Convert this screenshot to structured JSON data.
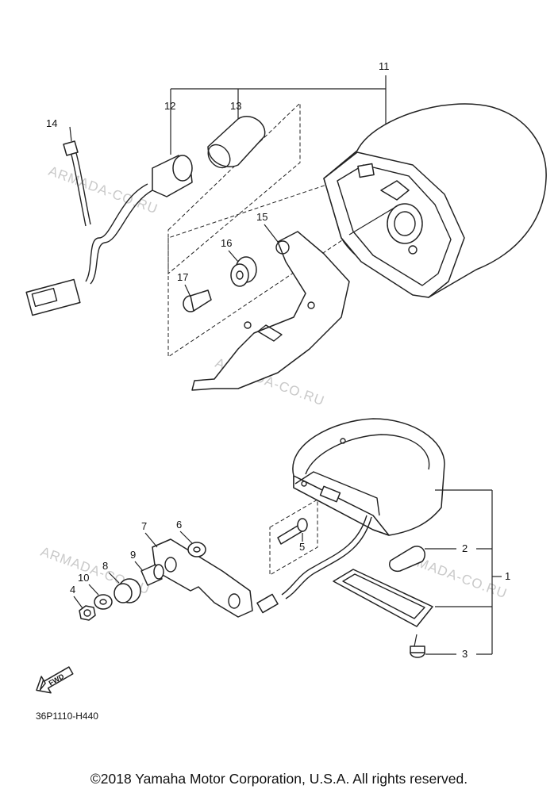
{
  "callouts": {
    "c1": "1",
    "c2": "2",
    "c3": "3",
    "c4": "4",
    "c5": "5",
    "c6": "6",
    "c7": "7",
    "c8": "8",
    "c9": "9",
    "c10": "10",
    "c11": "11",
    "c12": "12",
    "c13": "13",
    "c14": "14",
    "c15": "15",
    "c16": "16",
    "c17": "17"
  },
  "watermark": "ARMADA-CO.RU",
  "fwd_label": "FWD",
  "diagram_code": "36P1110-H440",
  "copyright": "©2018 Yamaha Motor Corporation, U.S.A. All rights reserved."
}
